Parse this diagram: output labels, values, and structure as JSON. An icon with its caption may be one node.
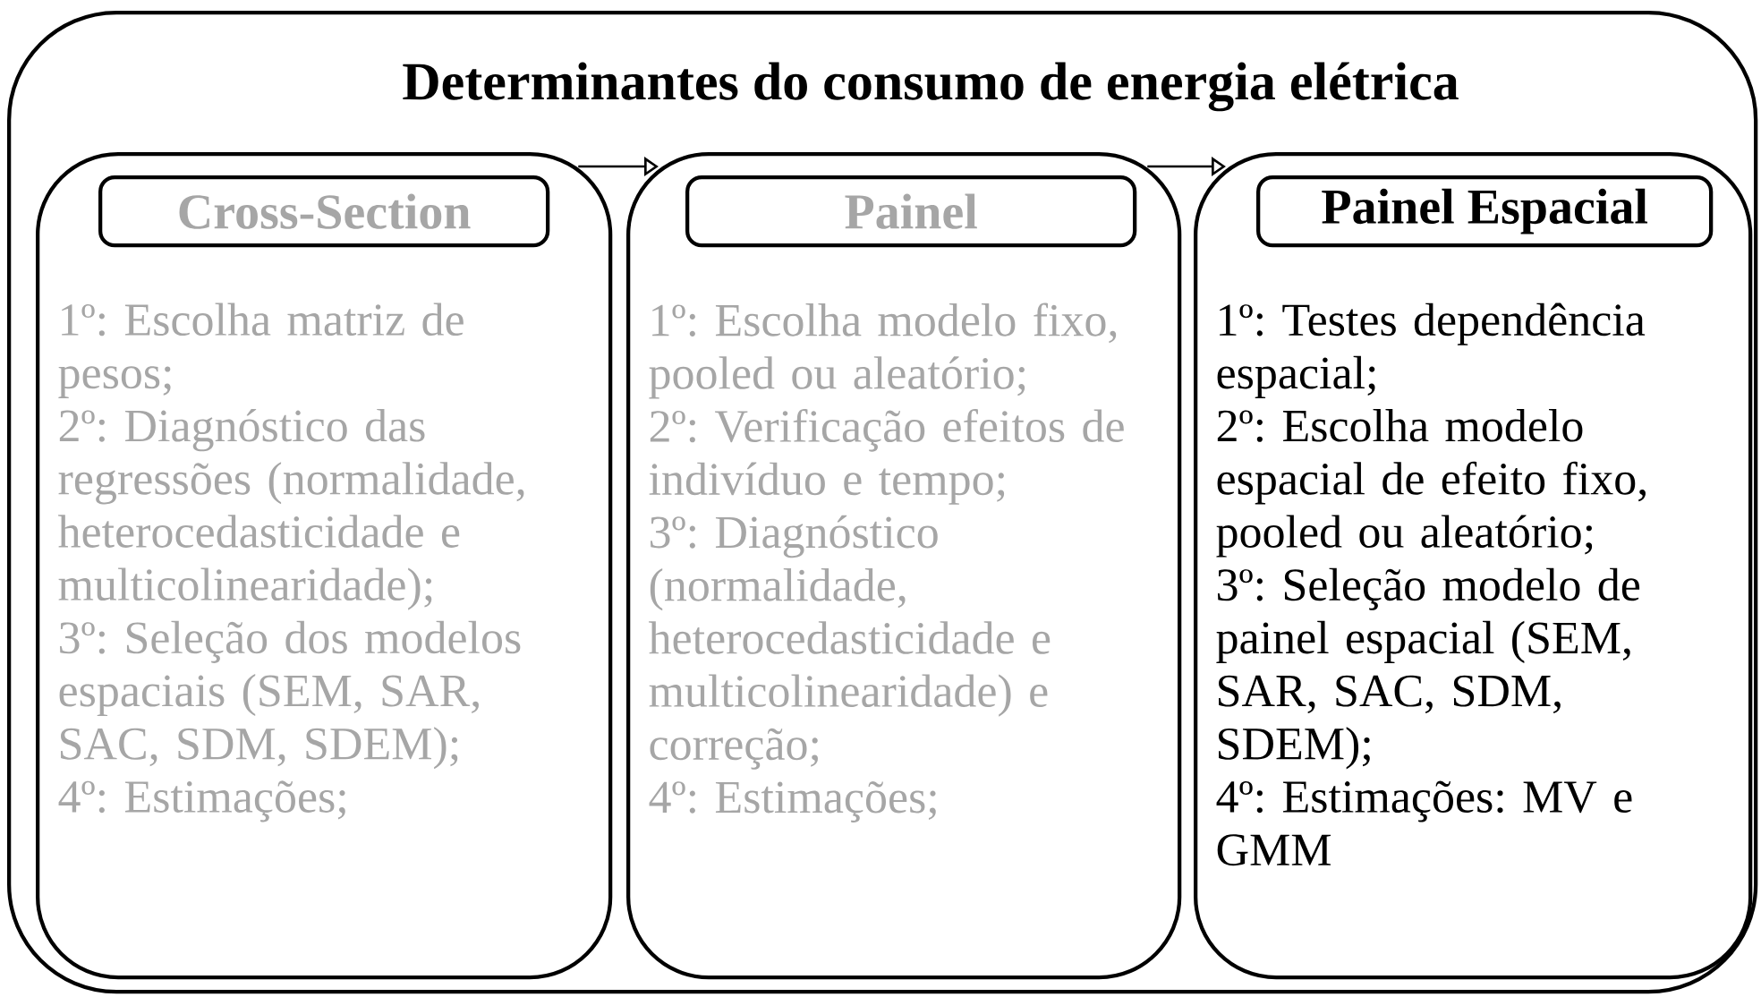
{
  "diagram": {
    "nodes": [
      {
        "text": [
          "Determinantes do consumo de energia elétrica"
        ]
      },
      {
        "text": [
          "1º: Escolha matriz de pesos;",
          "2º: Diagnóstico das regressões (normalidade, heterocedasticidade e multicolinearidade);",
          "3º: Seleção dos modelos espaciais (SEM, SAR, SAC, SDM, SDEM);",
          "4º: Estimações;"
        ],
        "in": 0
      },
      {
        "text": [
          "Cross-Section"
        ],
        "in": 1
      },
      {
        "text": [
          "1º: Escolha modelo fixo, pooled ou aleatório;",
          "2º: Verificação efeitos de indivíduo e tempo;",
          "3º: Diagnóstico (normalidade, heterocedasticidade e multicolinearidade) e correção;",
          "4º: Estimações;"
        ],
        "in": 0
      },
      {
        "text": [
          "Painel"
        ],
        "in": 3
      },
      {
        "text": [
          "1º: Testes dependência espacial;",
          "2º: Escolha modelo espacial de efeito fixo, pooled ou aleatório;",
          "3º: Seleção modelo de painel espacial (SEM, SAR, SAC, SDM, SDEM);",
          "4º: Estimações: MV e GMM"
        ],
        "in": 0
      },
      {
        "text": [
          "Painel Espacial"
        ],
        "in": 5
      }
    ],
    "edges": [
      {
        "from": 1,
        "to": 3,
        "arrow": "to"
      },
      {
        "from": 3,
        "to": 5,
        "arrow": "to"
      }
    ]
  }
}
